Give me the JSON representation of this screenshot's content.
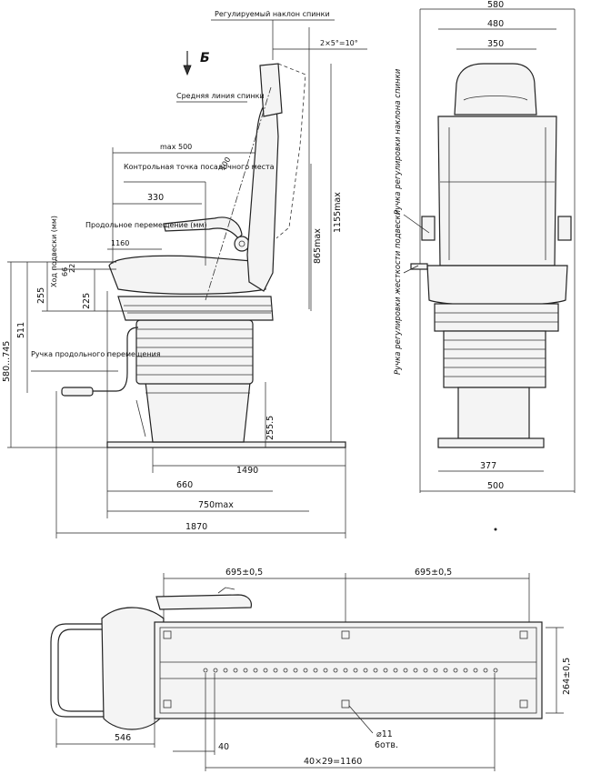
{
  "side_view": {
    "label_B": "Б",
    "backrest_tilt": "Регулируемый наклон спинки",
    "tilt_range": "2×5°=10°",
    "backrest_centerline": "Средняя линия спинки",
    "max_500": "max 500",
    "control_point": "Контрольная точка посадочного места",
    "dim_330": "330",
    "dim_100": "100",
    "longitudinal": "Продольное перемещение (мм)",
    "dim_1160": "1160",
    "suspension_travel": "Ход подвески (мм)",
    "dim_22": "22",
    "dim_66": "66",
    "dim_255": "255",
    "dim_225": "225",
    "dim_511": "511",
    "dim_580_745": "580...745",
    "lever_longitudinal": "Ручка продольного перемещения",
    "dim_865": "865max",
    "dim_1155": "1155max",
    "dim_255_5": "255.5",
    "dim_1490": "1490",
    "dim_660": "660",
    "dim_750": "750max",
    "dim_1870": "1870"
  },
  "front_view": {
    "dim_580": "580",
    "dim_480": "480",
    "dim_350": "350",
    "tilt_lever": "Ручка регулировки наклона спинки",
    "stiffness_lever": "Ручка регулировки жесткости подвески",
    "dim_377": "377",
    "dim_500": "500"
  },
  "top_view": {
    "dim_695_left": "695±0,5",
    "dim_695_right": "695±0,5",
    "dim_264": "264±0,5",
    "hole": "⌀11",
    "hole_count": "6отв.",
    "dim_546": "546",
    "dim_40": "40",
    "dim_40x29": "40×29=1160"
  }
}
